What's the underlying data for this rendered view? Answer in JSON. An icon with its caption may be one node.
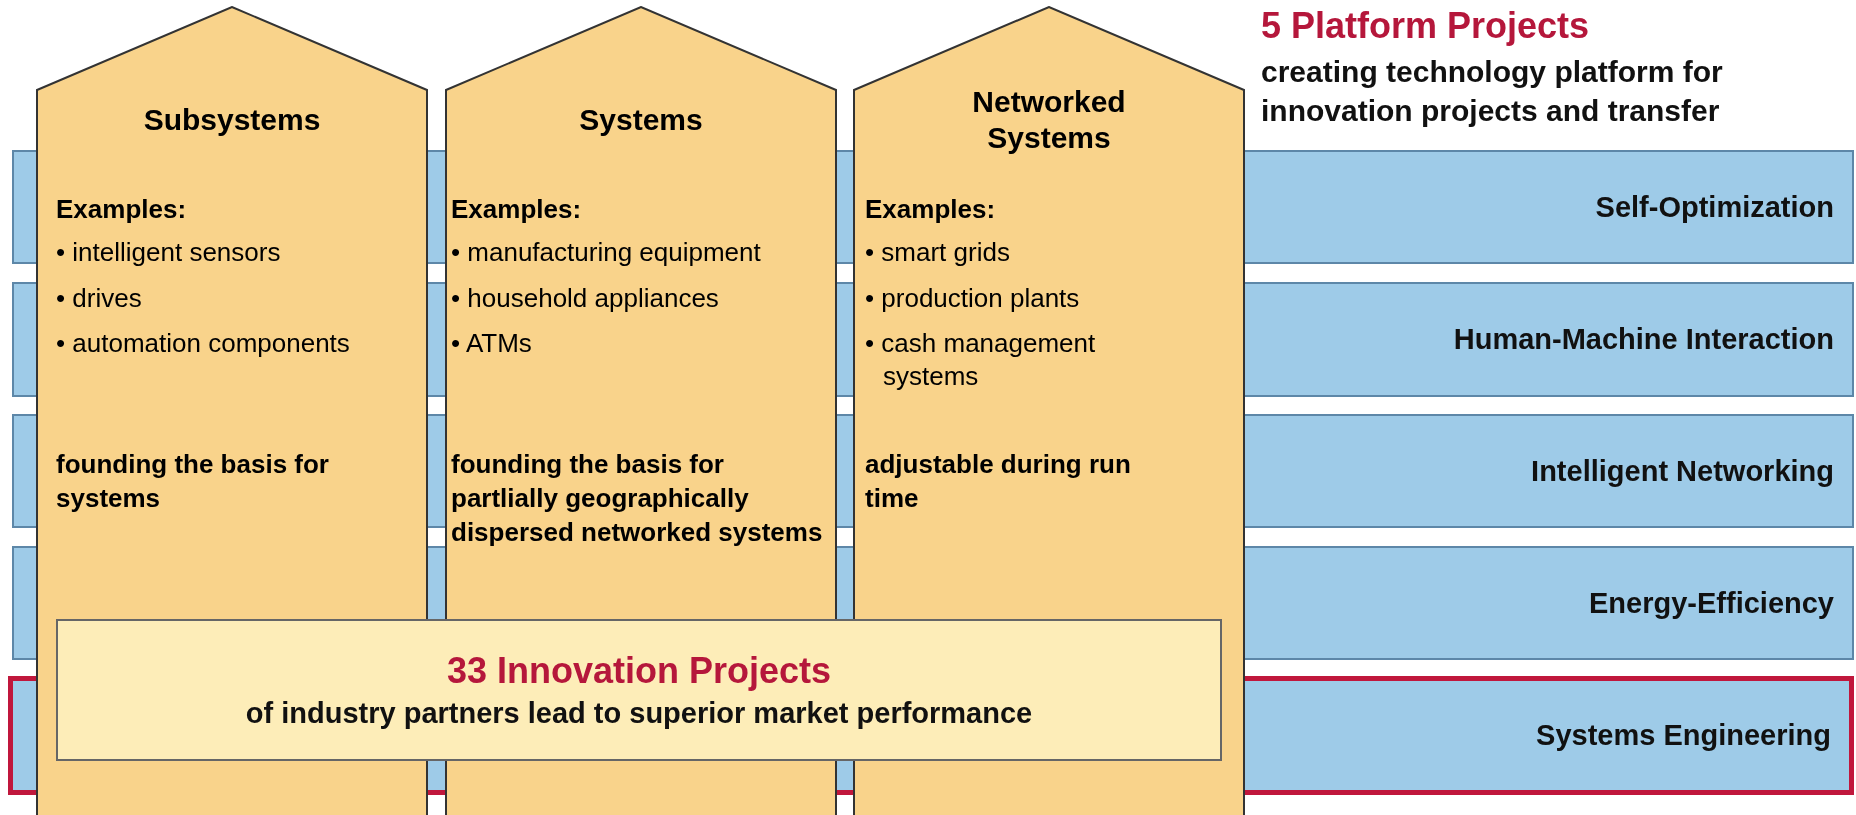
{
  "diagram": {
    "title": "5 Platform Projects",
    "nodes": [
      {
        "text": [
          "Subsystems",
          "Examples:",
          "• intelligent sensors",
          "• drives",
          "• automation components",
          "founding the basis for systems"
        ]
      },
      {
        "text": [
          "Systems",
          "Examples:",
          "• manufacturing equipment",
          "• household appliances",
          "• ATMs",
          "founding the basis for partlially geographically dispersed networked systems"
        ]
      },
      {
        "text": [
          "Networked Systems",
          "Examples:",
          "• smart grids",
          "• production plants",
          "• cash management systems",
          "adjustable during run time"
        ]
      },
      {
        "text": [
          "Self-Optimization"
        ]
      },
      {
        "text": [
          "Human-Machine Interaction"
        ]
      },
      {
        "text": [
          "Intelligent Networking"
        ]
      },
      {
        "text": [
          "Energy-Efficiency"
        ]
      },
      {
        "text": [
          "Systems Engineering"
        ]
      },
      {
        "text": [
          "33 Innovation Projects",
          "of industry partners lead to superior market performance"
        ]
      }
    ],
    "edges": [],
    "labels": [
      "creating technology platform for innovation projects and transfer"
    ]
  }
}
